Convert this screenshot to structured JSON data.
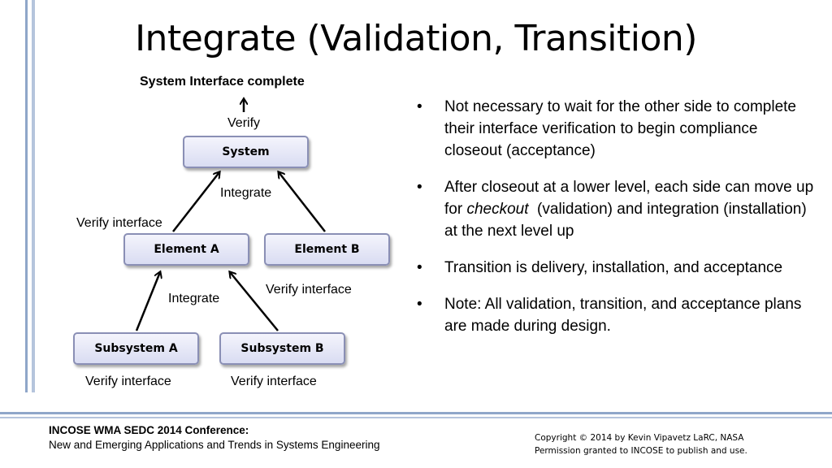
{
  "title": "Integrate (Validation, Transition)",
  "diagram": {
    "top_label": "System Interface complete",
    "verify_label": "Verify",
    "integrate_label_upper": "Integrate",
    "integrate_label_lower": "Integrate",
    "verify_interface_element_a": "Verify interface",
    "verify_interface_element_b": "Verify interface",
    "verify_interface_subsystem_a": "Verify interface",
    "verify_interface_subsystem_b": "Verify interface",
    "boxes": {
      "system": "System",
      "element_a": "Element A",
      "element_b": "Element B",
      "subsystem_a": "Subsystem A",
      "subsystem_b": "Subsystem B"
    }
  },
  "bullets": {
    "b1": "Not necessary to wait for the other side to complete their interface verification to begin compliance closeout (acceptance)",
    "b2_pre": "After closeout at a lower level, each side can move up for ",
    "b2_em": "checkout",
    "b2_post": "  (validation) and integration (installation) at the next level up",
    "b3": "Transition is delivery, installation, and acceptance",
    "b4": "Note: All validation, transition, and acceptance plans are made during design.",
    "marker": "•"
  },
  "footer": {
    "conference": "INCOSE WMA SEDC 2014 Conference:",
    "subtitle": "New and Emerging Applications and Trends in Systems Engineering",
    "copyright": "Copyright © 2014 by  Kevin Vipavetz  LaRC, NASA",
    "permission": "Permission granted to INCOSE to publish and use."
  },
  "colors": {
    "accent_bar": "#8fa6c9",
    "box_border": "#8a8fb5",
    "box_fill": "#d9dcf2"
  }
}
